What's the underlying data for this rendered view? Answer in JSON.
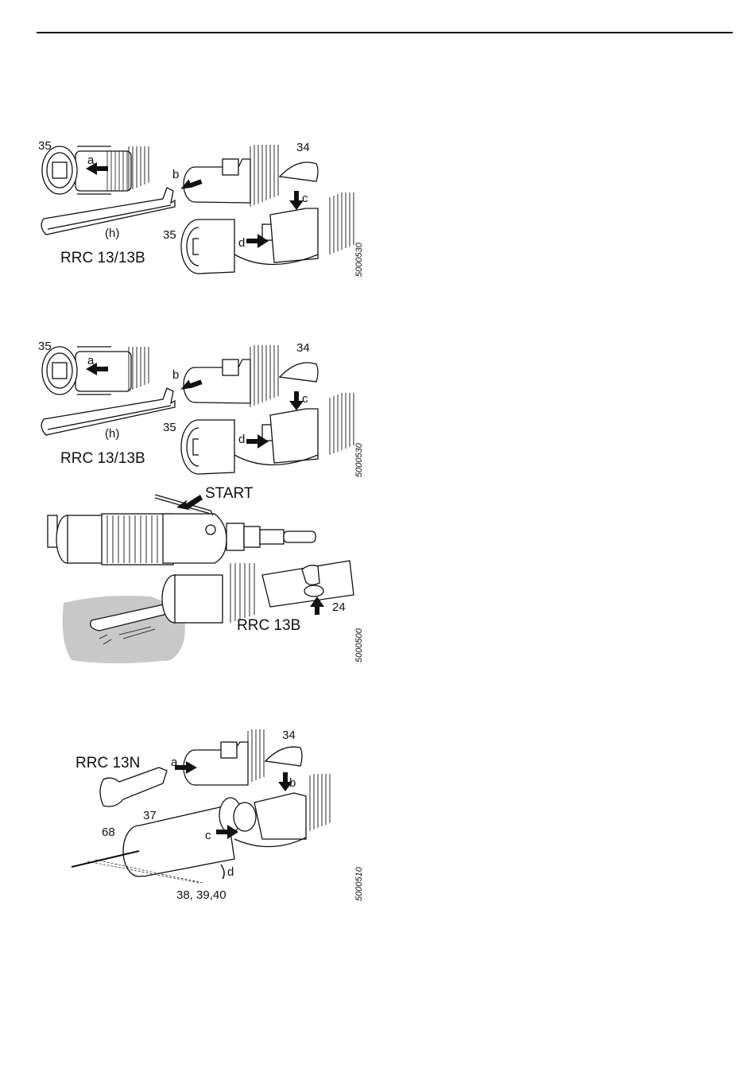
{
  "figures": [
    {
      "model": "RRC 13/13B",
      "code": "5000530",
      "callouts": {
        "c35a": "35",
        "c34": "34",
        "c35b": "35",
        "h": "(h)",
        "a": "a",
        "b": "b",
        "c": "c",
        "d": "d"
      }
    },
    {
      "model": "RRC 13/13B",
      "code": "5000530",
      "callouts": {
        "c35a": "35",
        "c34": "34",
        "c35b": "35",
        "h": "(h)",
        "a": "a",
        "b": "b",
        "c": "c",
        "d": "d"
      }
    },
    {
      "start": "START",
      "model": "RRC 13B",
      "code": "5000500",
      "callouts": {
        "c24": "24"
      }
    },
    {
      "model": "RRC 13N",
      "code": "5000510",
      "callouts": {
        "c34": "34",
        "c37": "37",
        "c68": "68",
        "parts": "38, 39,40",
        "a": "a",
        "b": "b",
        "c": "c",
        "d": "d"
      }
    }
  ]
}
